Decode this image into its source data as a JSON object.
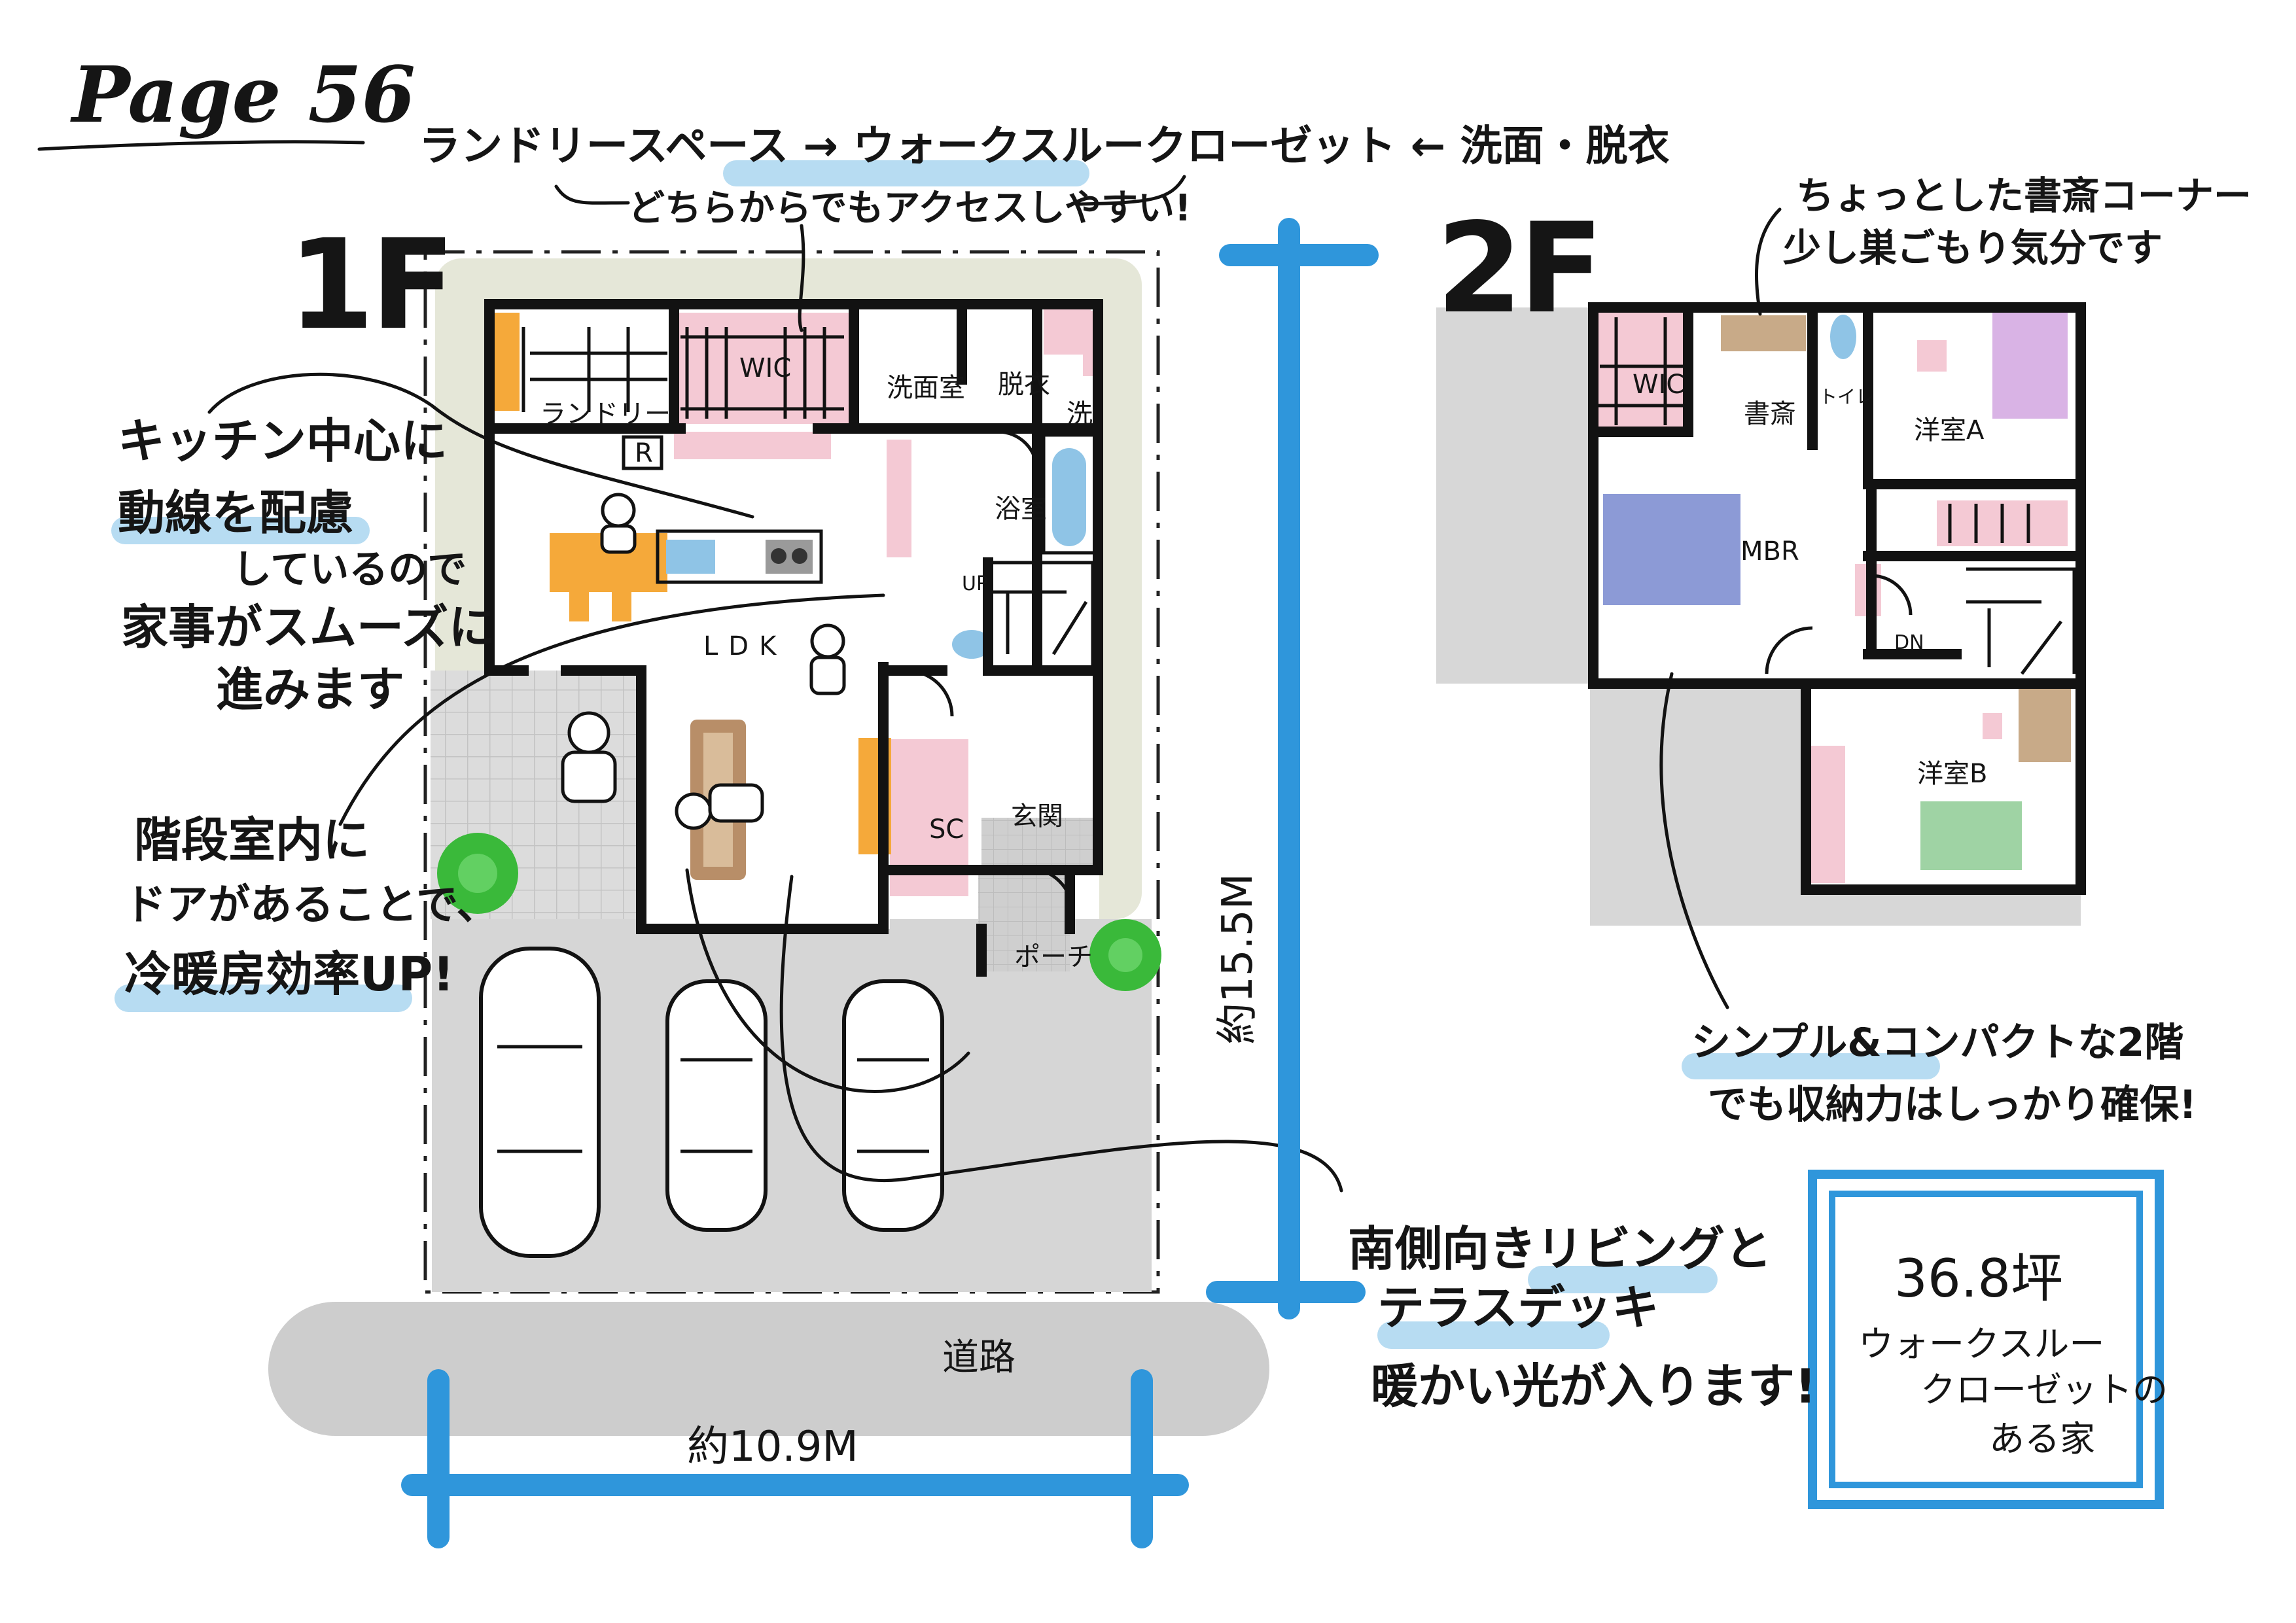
{
  "page": {
    "title": "Page 56"
  },
  "floors": {
    "first": "1F",
    "second": "2F"
  },
  "rooms_1f": {
    "laundry": "ランドリー",
    "wic": "WIC",
    "washroom": "洗面室",
    "dressing": "脱衣",
    "wash": "洗",
    "fridge": "R",
    "bath": "浴室",
    "up": "UP",
    "ldk": "LDK",
    "sc": "SC",
    "entrance": "玄関",
    "porch": "ポーチ",
    "road": "道路"
  },
  "rooms_2f": {
    "wic": "WIC",
    "study": "書斎",
    "toilet": "トイレ",
    "room_a": "洋室A",
    "mbr": "MBR",
    "dn": "DN",
    "room_b": "洋室B"
  },
  "dimensions": {
    "width": "約10.9M",
    "depth": "約15.5M"
  },
  "annotations": {
    "top_line1": "ランドリースペース → ウォークスルークローゼット ← 洗面・脱衣",
    "top_line2": "どちらからでもアクセスしやすい!",
    "kitchen": [
      "キッチン中心に",
      "動線を配慮",
      "しているので",
      "家事がスムーズに",
      "進みます"
    ],
    "stairs": [
      "階段室内に",
      "ドアがあることで、",
      "冷暖房効率UP!"
    ],
    "study_corner": [
      "ちょっとした書斎コーナー",
      "少し巣ごもり気分です"
    ],
    "compact": [
      "シンプル&コンパクトな2階",
      "でも収納力はしっかり確保!"
    ],
    "living": [
      "南側向きリビングと",
      "テラスデッキ",
      "暖かい光が入ります!"
    ]
  },
  "summary_box": {
    "area": "36.8坪",
    "line1": "ウォークスルー",
    "line2": "クローゼットの",
    "line3": "ある家"
  },
  "colors": {
    "pink": "#f4c9d4",
    "orange": "#f5a93a",
    "blue_accent": "#2f96db",
    "highlight": "#b7dcf2",
    "garden": "#e5e7d8",
    "gray": "#d7d7d7",
    "bed_blue": "#8c9ad6",
    "bed_green": "#9fd3a4",
    "tree": "#3ab93a",
    "desk_brown": "#c8aa88"
  }
}
